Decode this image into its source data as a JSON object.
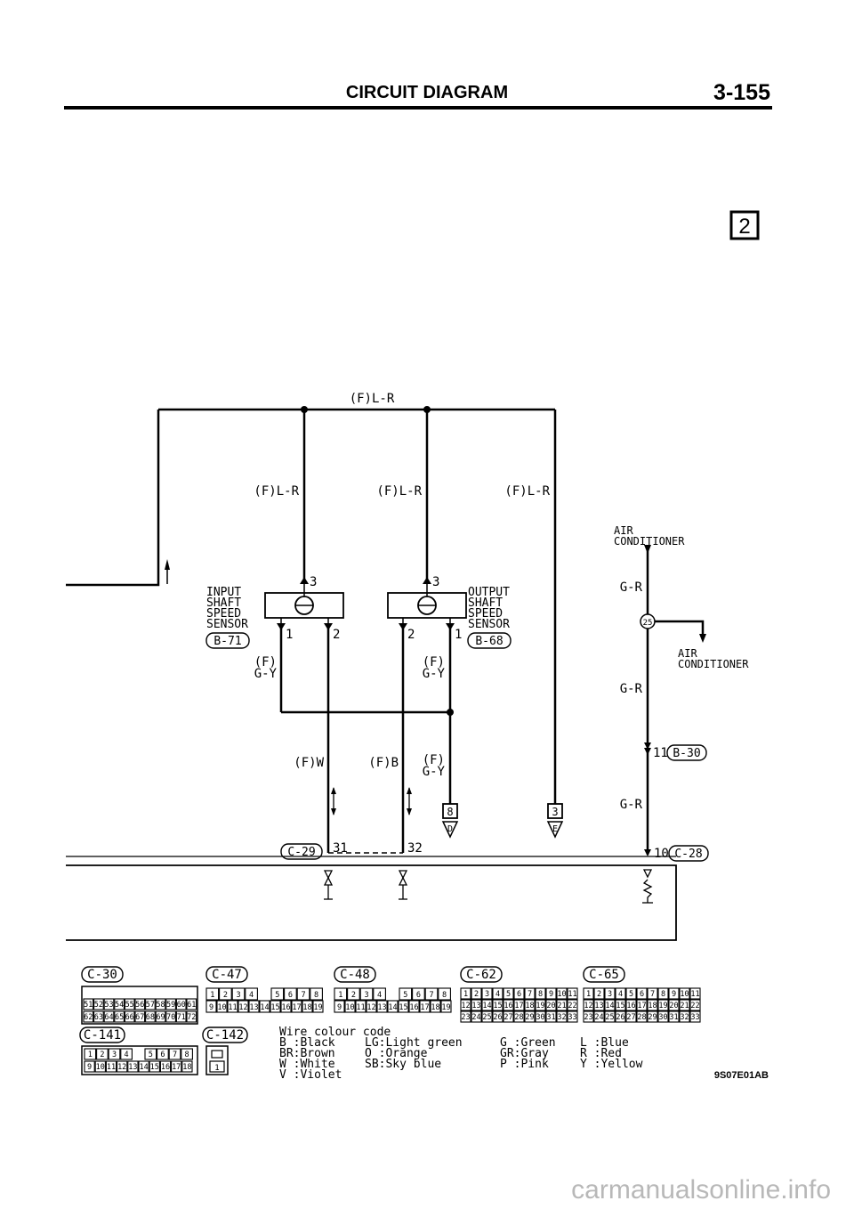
{
  "header": {
    "title": "CIRCUIT DIAGRAM",
    "page": "3-155"
  },
  "sheet_number": "2",
  "wires": {
    "top": "(F)L-R",
    "branch1": "(F)L-R",
    "branch2": "(F)L-R",
    "branch3": "(F)L-R",
    "gy_left": [
      "(F)",
      "G-Y"
    ],
    "gy_right": [
      "(F)",
      "G-Y"
    ],
    "w": "(F)W",
    "b": "(F)B",
    "gy_low": [
      "(F)",
      "G-Y"
    ],
    "gr1": "G-R",
    "gr2": "G-R",
    "gr3": "G-R"
  },
  "components": {
    "input": {
      "lines": [
        "INPUT",
        "SHAFT",
        "SPEED",
        "SENSOR"
      ],
      "connector": "B-71",
      "pins": {
        "top": "3",
        "left": "1",
        "right": "2"
      }
    },
    "output": {
      "lines": [
        "OUTPUT",
        "SHAFT",
        "SPEED",
        "SENSOR"
      ],
      "connector": "B-68",
      "pins": {
        "top": "3",
        "left": "2",
        "right": "1"
      }
    },
    "ac_top": [
      "AIR",
      "CONDITIONER"
    ],
    "ac_right": [
      "AIR",
      "CONDITIONER"
    ],
    "junction_num": "25"
  },
  "connectors": {
    "c29": "C-29",
    "pin31": "31",
    "pin32": "32",
    "b30": "B-30",
    "pin11": "11",
    "c28": "C-28",
    "pin10": "10"
  },
  "refs": {
    "b_box": "8",
    "b_letter": "D",
    "e_box": "3",
    "e_letter": "E"
  },
  "connector_views": {
    "c30": "C-30",
    "c47": "C-47",
    "c48": "C-48",
    "c62": "C-62",
    "c65": "C-65",
    "c141": "C-141",
    "c142": "C-142",
    "c30_row1": [
      "51",
      "52",
      "53",
      "54",
      "55",
      "56",
      "57",
      "58",
      "59",
      "60",
      "61"
    ],
    "c30_row2": [
      "62",
      "63",
      "64",
      "65",
      "66",
      "67",
      "68",
      "69",
      "70",
      "71",
      "72"
    ],
    "c47_row1": [
      "1",
      "2",
      "3",
      "4",
      "",
      "5",
      "6",
      "7",
      "8"
    ],
    "c47_row2": [
      "9",
      "10",
      "11",
      "12",
      "13",
      "14",
      "15",
      "16",
      "17",
      "18",
      "19"
    ],
    "c48_row1": [
      "1",
      "2",
      "3",
      "4",
      "",
      "5",
      "6",
      "7",
      "8"
    ],
    "c48_row2": [
      "9",
      "10",
      "11",
      "12",
      "13",
      "14",
      "15",
      "16",
      "17",
      "18",
      "19"
    ],
    "c62_row1": [
      "1",
      "2",
      "3",
      "4",
      "5",
      "6",
      "7",
      "8",
      "9",
      "10",
      "11"
    ],
    "c62_row2": [
      "12",
      "13",
      "14",
      "15",
      "16",
      "17",
      "18",
      "19",
      "20",
      "21",
      "22"
    ],
    "c62_row3": [
      "23",
      "24",
      "25",
      "26",
      "27",
      "28",
      "29",
      "30",
      "31",
      "32",
      "33"
    ],
    "c65_row1": [
      "1",
      "2",
      "3",
      "4",
      "5",
      "6",
      "7",
      "8",
      "9",
      "10",
      "11"
    ],
    "c65_row2": [
      "12",
      "13",
      "14",
      "15",
      "16",
      "17",
      "18",
      "19",
      "20",
      "21",
      "22"
    ],
    "c65_row3": [
      "23",
      "24",
      "25",
      "26",
      "27",
      "28",
      "29",
      "30",
      "31",
      "32",
      "33"
    ],
    "c141_row1": [
      "1",
      "2",
      "3",
      "4",
      "",
      "5",
      "6",
      "7",
      "8"
    ],
    "c141_row2": [
      "9",
      "10",
      "11",
      "12",
      "13",
      "14",
      "15",
      "16",
      "17",
      "18"
    ],
    "c142_pin": "1"
  },
  "legend": {
    "title": "Wire colour code",
    "entries": [
      "B :Black",
      "BR:Brown",
      "W :White",
      "V :Violet",
      "LG:Light green",
      "O :Orange",
      "SB:Sky blue",
      "G :Green",
      "GR:Gray",
      "P :Pink",
      "L :Blue",
      "R :Red",
      "Y :Yellow"
    ]
  },
  "figure_code": "9S07E01AB",
  "footer": "carmanualsonline.info"
}
